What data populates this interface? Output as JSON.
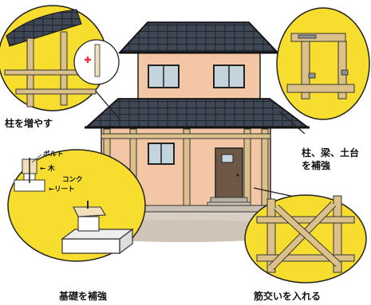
{
  "captions": {
    "increase_pillars": "柱を増やす",
    "reinforce_frame_line1": "柱、梁、土台",
    "reinforce_frame_line2": "を補強",
    "reinforce_foundation": "基礎を補強",
    "add_braces": "筋交いを入れる"
  },
  "foundation_detail": {
    "bolt": "ボルト",
    "wood": "← 木",
    "concrete_line1": "コンク",
    "concrete_line2": "←リート"
  },
  "colors": {
    "bubble_yellow": "#f7dd2e",
    "roof": "#3f4654",
    "wall": "#f3c6a6",
    "timber": "#dcc08a",
    "ground": "#d9cfc2"
  }
}
